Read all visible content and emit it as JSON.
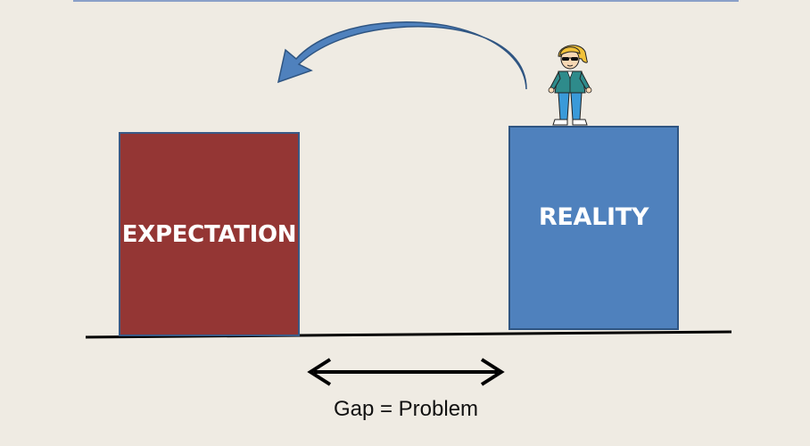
{
  "diagram": {
    "expectation_label": "EXPECTATION",
    "reality_label": "REALITY",
    "gap_label": "Gap = Problem"
  },
  "colors": {
    "background": "#efebe3",
    "expectation_fill": "#943634",
    "reality_fill": "#4f81bd",
    "arrow_fill": "#4f81bd",
    "ground_line": "#000000"
  },
  "icons": [
    "curved-arrow-icon",
    "person-figure-icon",
    "double-arrow-icon"
  ]
}
